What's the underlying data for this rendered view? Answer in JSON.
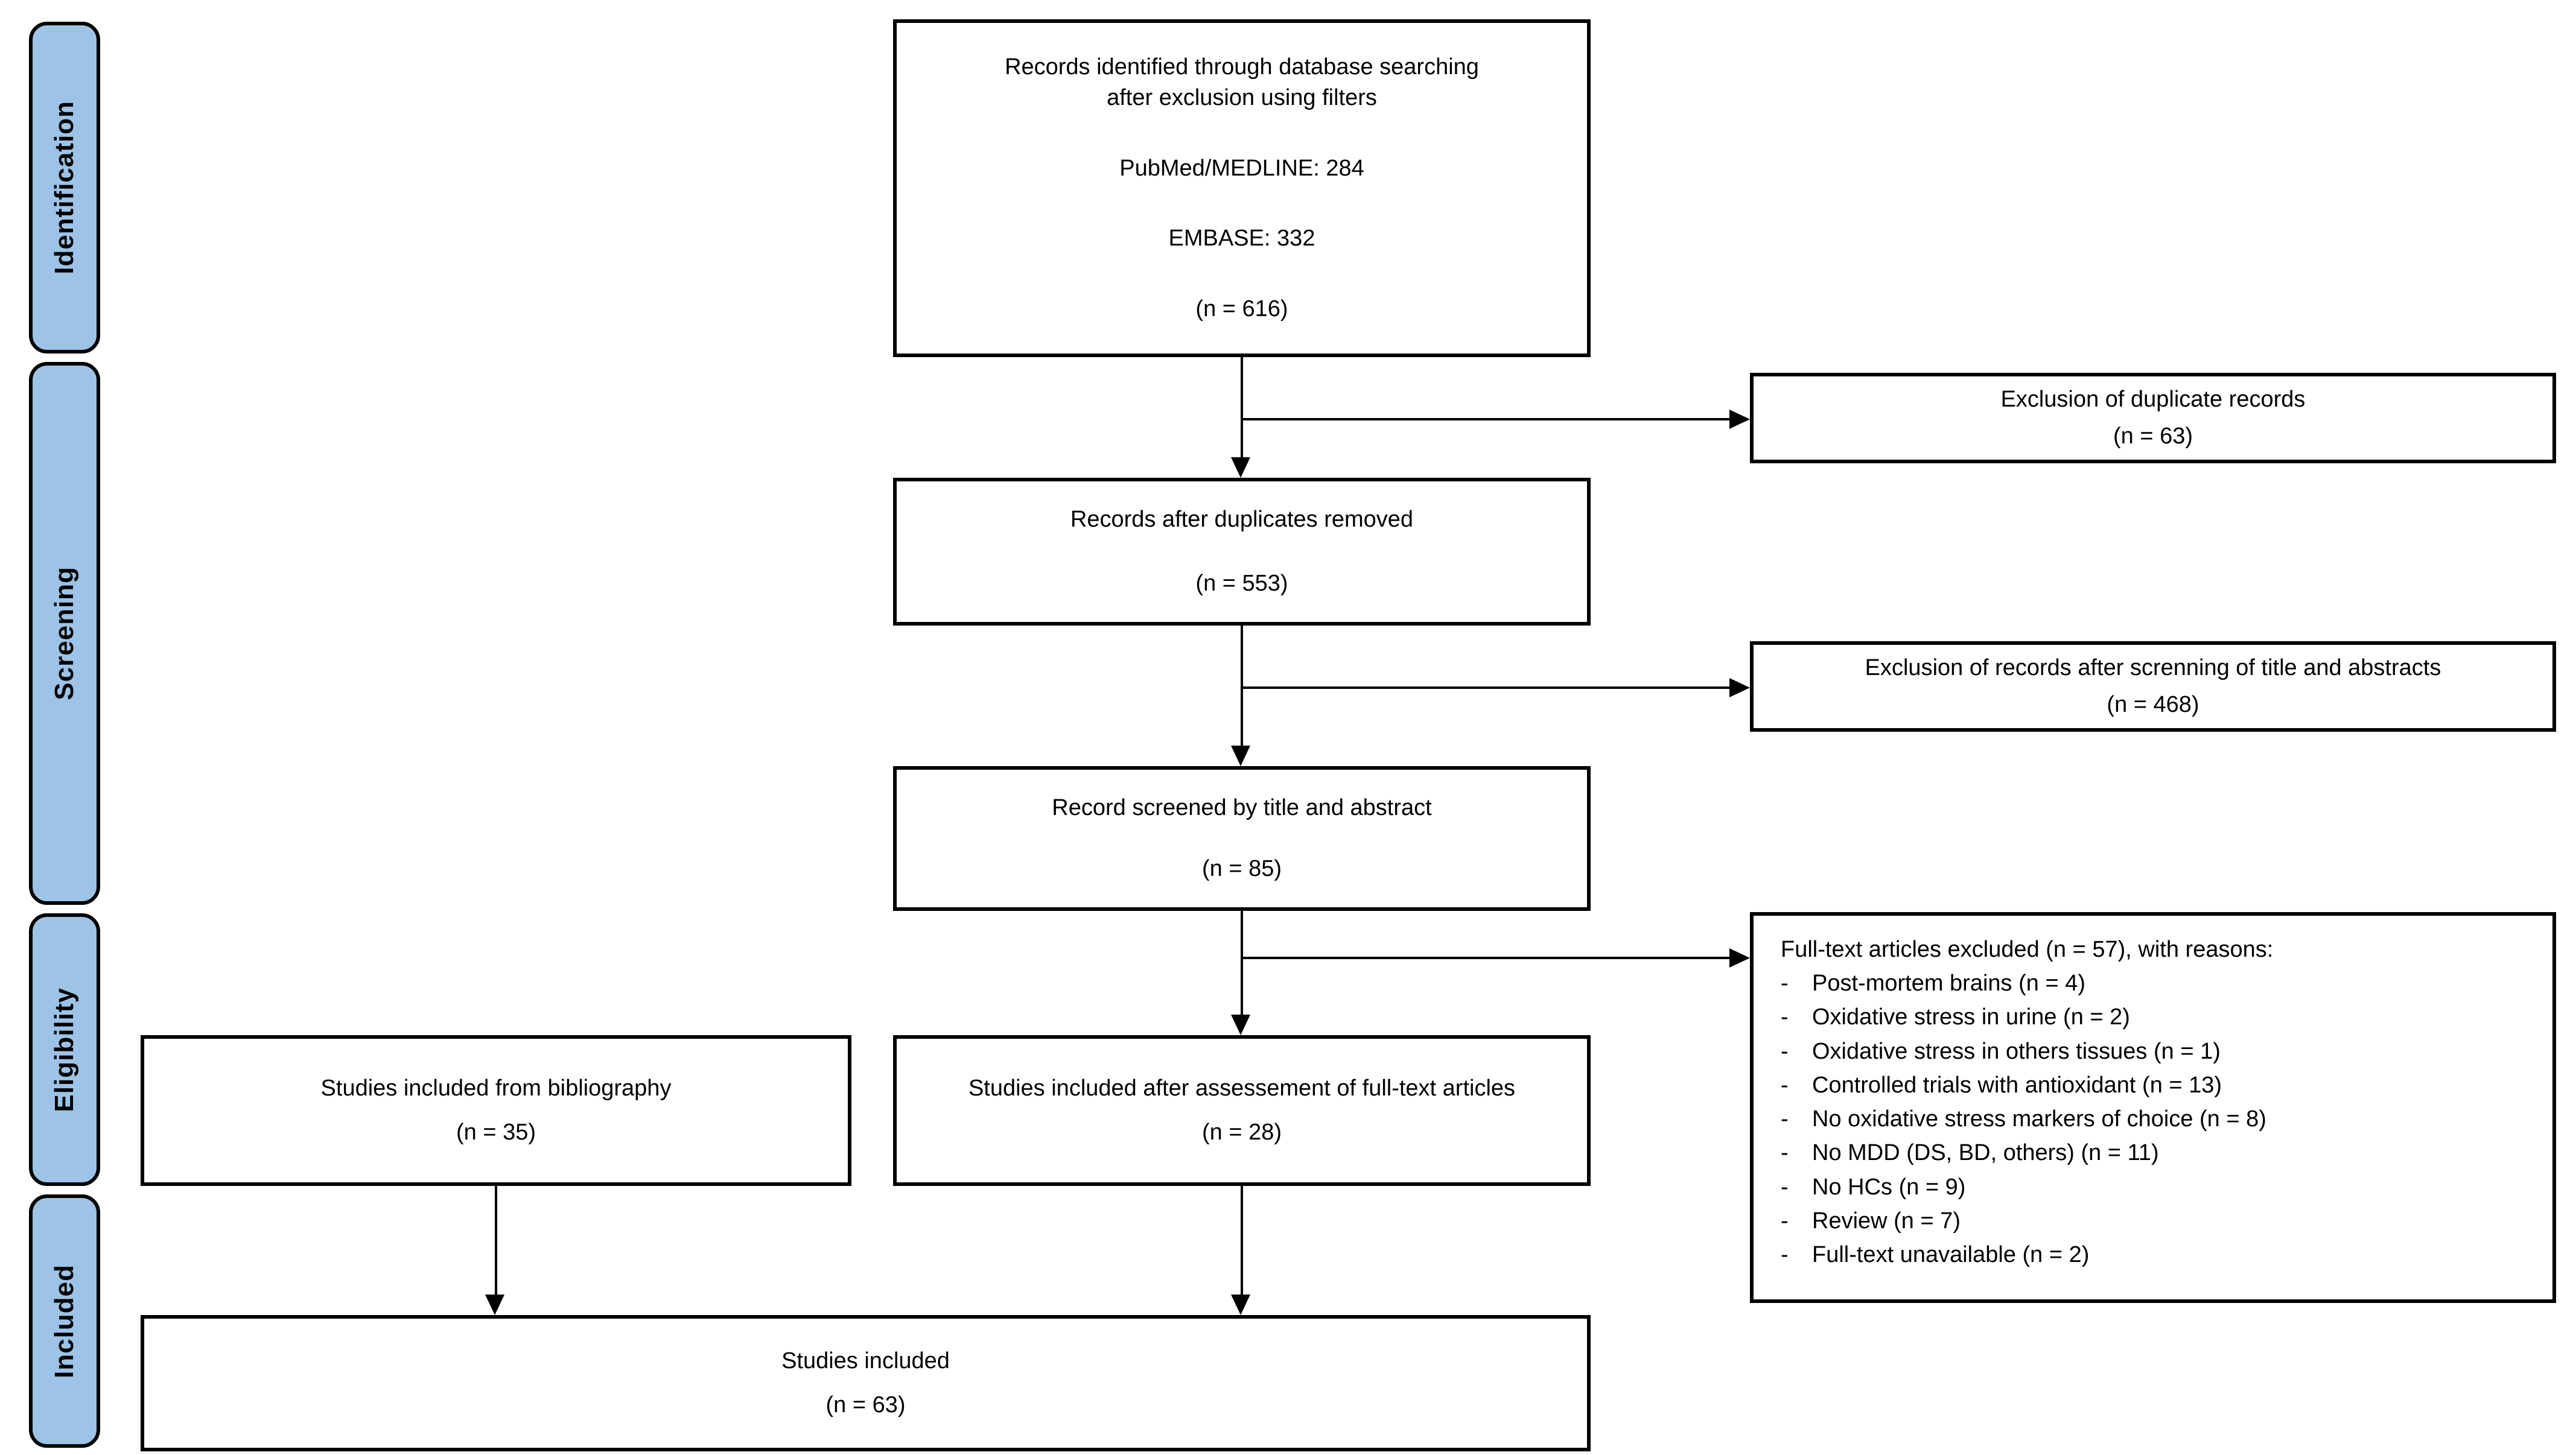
{
  "sidebar": {
    "items": [
      {
        "label": "Identification"
      },
      {
        "label": "Screening"
      },
      {
        "label": "Eligibility"
      },
      {
        "label": "Included"
      }
    ]
  },
  "flow": {
    "identified": {
      "line1": "Records identified through database searching",
      "line2": "after exclusion using filters",
      "pubmed": "PubMed/MEDLINE: 284",
      "embase": "EMBASE: 332",
      "n": "(n = 616)"
    },
    "after_duplicates": {
      "label": "Records after duplicates removed",
      "n": "(n = 553)"
    },
    "screened": {
      "label": "Record screened by title and abstract",
      "n": "(n = 85)"
    },
    "fulltext_included": {
      "label": "Studies included after assessement of full-text articles",
      "n": "(n = 28)"
    },
    "bibliography": {
      "label": "Studies included from bibliography",
      "n": "(n = 35)"
    },
    "included": {
      "label": "Studies included",
      "n": "(n = 63)"
    }
  },
  "exclusions": {
    "duplicates": {
      "label": "Exclusion of duplicate records",
      "n": "(n = 63)"
    },
    "screening": {
      "label": "Exclusion of records after screnning of title and abstracts",
      "n": "(n = 468)"
    },
    "fulltext": {
      "title": "Full-text articles excluded (n = 57), with reasons:",
      "bullet": "-",
      "reasons": [
        "Post-mortem brains (n = 4)",
        "Oxidative stress in urine (n = 2)",
        "Oxidative stress in others tissues (n = 1)",
        "Controlled trials with antioxidant (n = 13)",
        "No oxidative stress markers of choice (n = 8)",
        "No MDD (DS, BD, others) (n = 11)",
        "No HCs (n = 9)",
        "Review (n = 7)",
        "Full-text unavailable (n = 2)"
      ]
    }
  },
  "colors": {
    "stage_fill": "#9DC3E6",
    "line": "#000000"
  }
}
